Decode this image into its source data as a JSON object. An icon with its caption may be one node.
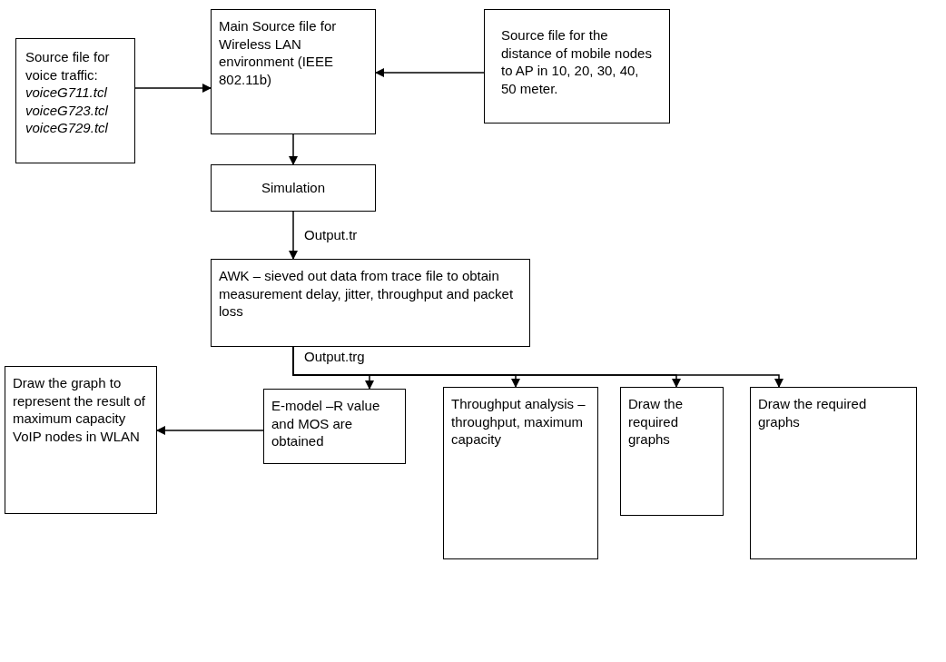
{
  "diagram": {
    "nodes": [
      {
        "text": [
          "Source file for voice traffic: *voiceG711.tcl* *voiceG723.tcl* *voiceG729.tcl*"
        ]
      },
      {
        "text": [
          "Main Source file for Wireless LAN environment (IEEE 802.11b)"
        ]
      },
      {
        "text": [
          "Source file for the distance of mobile nodes to AP in 10, 20, 30, 40, 50 meter."
        ]
      },
      {
        "text": [
          "Simulation"
        ]
      },
      {
        "text": [
          "AWK – sieved out data from trace file to obtain measurement delay, jitter, throughput and packet loss"
        ]
      },
      {
        "text": [
          "E-model –R value and MOS are obtained"
        ]
      },
      {
        "text": [
          "Draw the graph to represent the result of maximum capacity VoIP nodes in WLAN"
        ]
      },
      {
        "text": [
          "Throughput analysis – throughput, maximum capacity"
        ]
      },
      {
        "text": [
          "Draw the required graphs"
        ]
      },
      {
        "text": [
          "Draw the required graphs"
        ]
      }
    ],
    "edges": [
      {
        "from": 0,
        "to": 1,
        "arrow": "to"
      },
      {
        "from": 2,
        "to": 1,
        "arrow": "to"
      },
      {
        "from": 1,
        "to": 3,
        "arrow": "to"
      },
      {
        "from": 3,
        "to": 4,
        "arrow": "to",
        "label": "Output.tr"
      },
      {
        "from": 4,
        "to": 5,
        "arrow": "to",
        "label": "Output.trg"
      },
      {
        "from": 4,
        "to": 7,
        "arrow": "to"
      },
      {
        "from": 4,
        "to": 8,
        "arrow": "to"
      },
      {
        "from": 4,
        "to": 9,
        "arrow": "to"
      },
      {
        "from": 5,
        "to": 6,
        "arrow": "to"
      }
    ]
  }
}
